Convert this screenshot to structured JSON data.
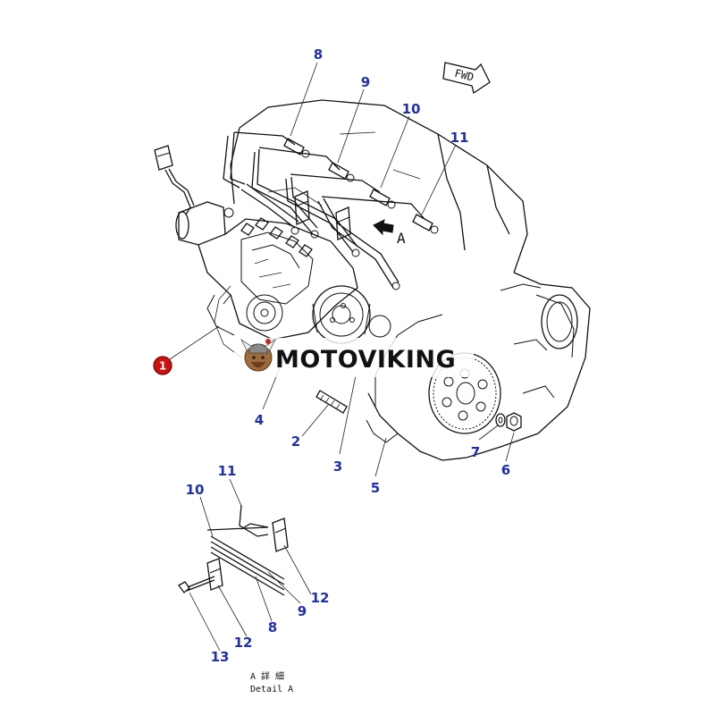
{
  "labels": {
    "l1": "8",
    "l2": "9",
    "l3": "10",
    "l4": "11",
    "l5": "4",
    "l6": "2",
    "l7": "3",
    "l8": "5",
    "l9": "7",
    "l10": "6",
    "d1": "11",
    "d2": "10",
    "d3": "12",
    "d4": "9",
    "d5": "8",
    "d6": "12",
    "d7": "13"
  },
  "callout": "1",
  "fwd": "FWD",
  "view_marker": "A",
  "watermark": "MOTOVIKING",
  "detail_caption_jp": "A 詳 細",
  "detail_caption": "Detail A",
  "colors": {
    "label": "#1f2fb0",
    "callout": "#cc1111",
    "line": "#111111"
  }
}
